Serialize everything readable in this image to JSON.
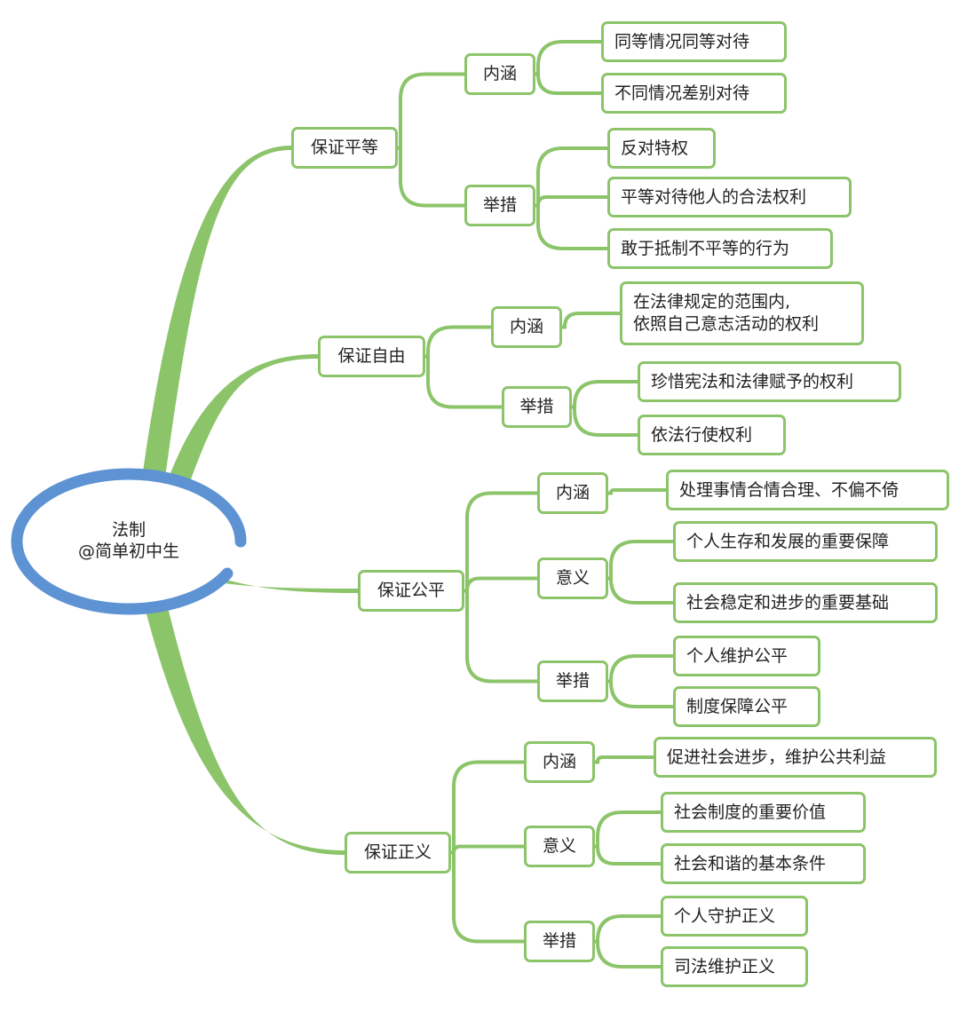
{
  "root": {
    "title": "法制",
    "subtitle": "@简单初中生"
  },
  "colors": {
    "branch": "#8cc46a",
    "root_ring": "#5e93d3"
  },
  "branches": [
    {
      "label": "保证平等",
      "children": [
        {
          "label": "内涵",
          "children": [
            "同等情况同等对待",
            "不同情况差别对待"
          ]
        },
        {
          "label": "举措",
          "children": [
            "反对特权",
            "平等对待他人的合法权利",
            "敢于抵制不平等的行为"
          ]
        }
      ]
    },
    {
      "label": "保证自由",
      "children": [
        {
          "label": "内涵",
          "children": [
            "在法律规定的范围内,\n依照自己意志活动的权利"
          ]
        },
        {
          "label": "举措",
          "children": [
            "珍惜宪法和法律赋予的权利",
            "依法行使权利"
          ]
        }
      ]
    },
    {
      "label": "保证公平",
      "children": [
        {
          "label": "内涵",
          "children": [
            "处理事情合情合理、不偏不倚"
          ]
        },
        {
          "label": "意义",
          "children": [
            "个人生存和发展的重要保障",
            "社会稳定和进步的重要基础"
          ]
        },
        {
          "label": "举措",
          "children": [
            "个人维护公平",
            "制度保障公平"
          ]
        }
      ]
    },
    {
      "label": "保证正义",
      "children": [
        {
          "label": "内涵",
          "children": [
            "促进社会进步，维护公共利益"
          ]
        },
        {
          "label": "意义",
          "children": [
            "社会制度的重要价值",
            "社会和谐的基本条件"
          ]
        },
        {
          "label": "举措",
          "children": [
            "个人守护正义",
            "司法维护正义"
          ]
        }
      ]
    }
  ]
}
